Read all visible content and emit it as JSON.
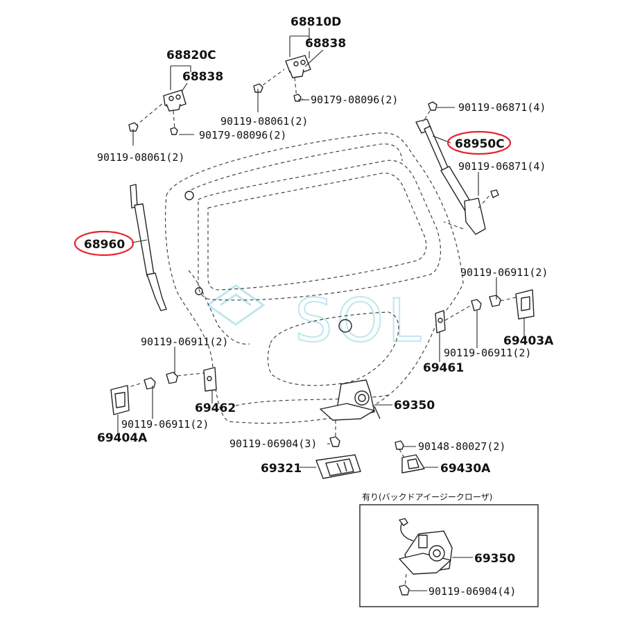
{
  "labels": {
    "p68810D": "68810D",
    "p68838_top": "68838",
    "p68820C": "68820C",
    "p68838_left": "68838",
    "bolt_08096_top": "90179-08096(2)",
    "bolt_08061_mid": "90119-08061(2)",
    "bolt_08096_left": "90179-08096(2)",
    "bolt_08061_left": "90119-08061(2)",
    "bolt_06871_top": "90119-06871(4)",
    "p68950C": "68950C",
    "bolt_06871_mid": "90119-06871(4)",
    "p68960": "68960",
    "bolt_06911_right_top": "90119-06911(2)",
    "p69403A": "69403A",
    "bolt_06911_right_bottom": "90119-06911(2)",
    "p69461": "69461",
    "bolt_06911_left_top": "90119-06911(2)",
    "p69462": "69462",
    "p69350": "69350",
    "bolt_06911_left_bottom": "90119-06911(2)",
    "p69404A": "69404A",
    "bolt_06904": "90119-06904(3)",
    "bolt_80027": "90148-80027(2)",
    "p69321": "69321",
    "p69430A": "69430A",
    "inset_note": "有り(バックドアイージークローザ)",
    "inset_p69350": "69350",
    "inset_bolt_06904": "90119-06904(4)"
  },
  "watermark": "SOL",
  "colors": {
    "highlight": "#e8222a",
    "watermark": "#bfe6f0",
    "line": "#222222"
  }
}
